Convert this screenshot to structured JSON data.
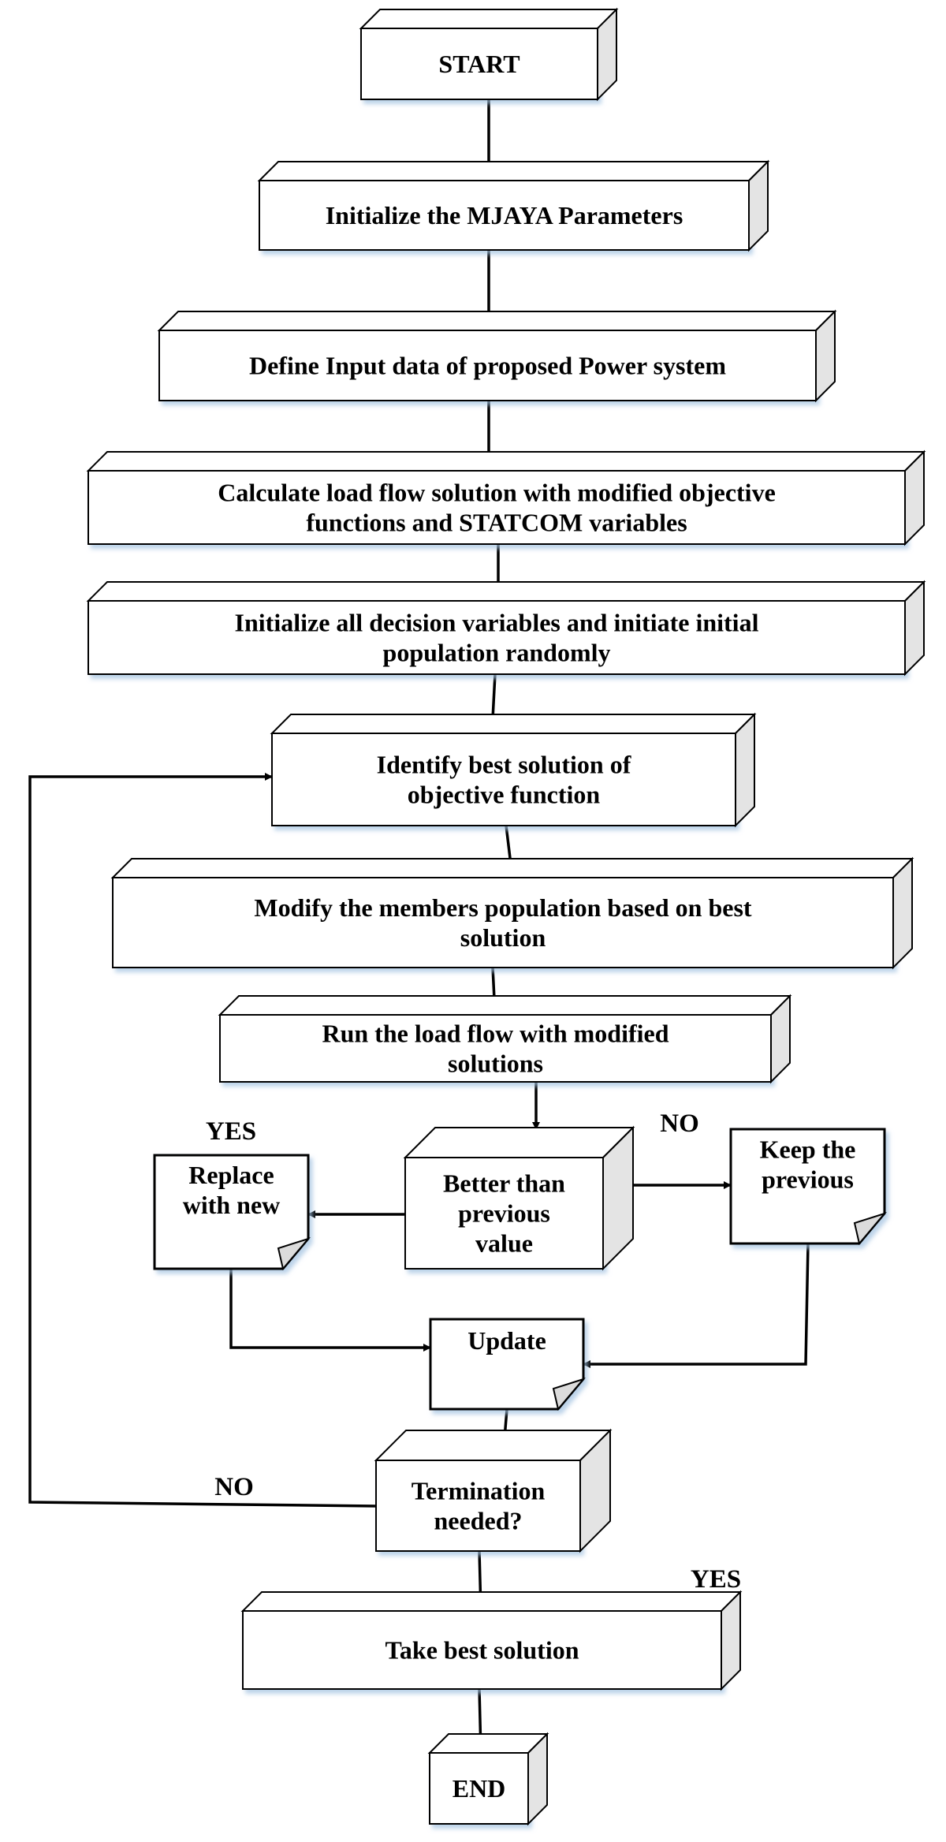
{
  "nodes": {
    "start": [
      "START"
    ],
    "init_params": [
      "Initialize the MJAYA Parameters"
    ],
    "define_input": [
      "Define Input data of proposed Power system"
    ],
    "calc_load_flow": [
      "Calculate load flow solution with modified objective",
      "functions and STATCOM variables"
    ],
    "init_population": [
      "Initialize all decision variables and initiate initial",
      "population randomly"
    ],
    "identify_best": [
      "Identify best solution of",
      "objective function"
    ],
    "modify_population": [
      "Modify the members population based on best",
      "solution"
    ],
    "run_load_flow": [
      "Run the load flow with modified",
      "solutions"
    ],
    "better_than_previous": [
      "Better than",
      "previous",
      "value"
    ],
    "replace_with_new": [
      "Replace",
      "with new"
    ],
    "keep_previous": [
      "Keep the",
      "previous"
    ],
    "update": [
      "Update"
    ],
    "termination_needed": [
      "Termination",
      "needed?"
    ],
    "take_best": [
      "Take best solution"
    ],
    "end": [
      "END"
    ]
  },
  "edge_labels": {
    "better_yes": "YES",
    "better_no": "NO",
    "termination_no": "NO",
    "termination_yes": "YES"
  },
  "colors": {
    "line": "#000000",
    "side_face": "#e4e4e4",
    "fold": "#dcdcdc",
    "shadow": "#bcd3ea"
  }
}
